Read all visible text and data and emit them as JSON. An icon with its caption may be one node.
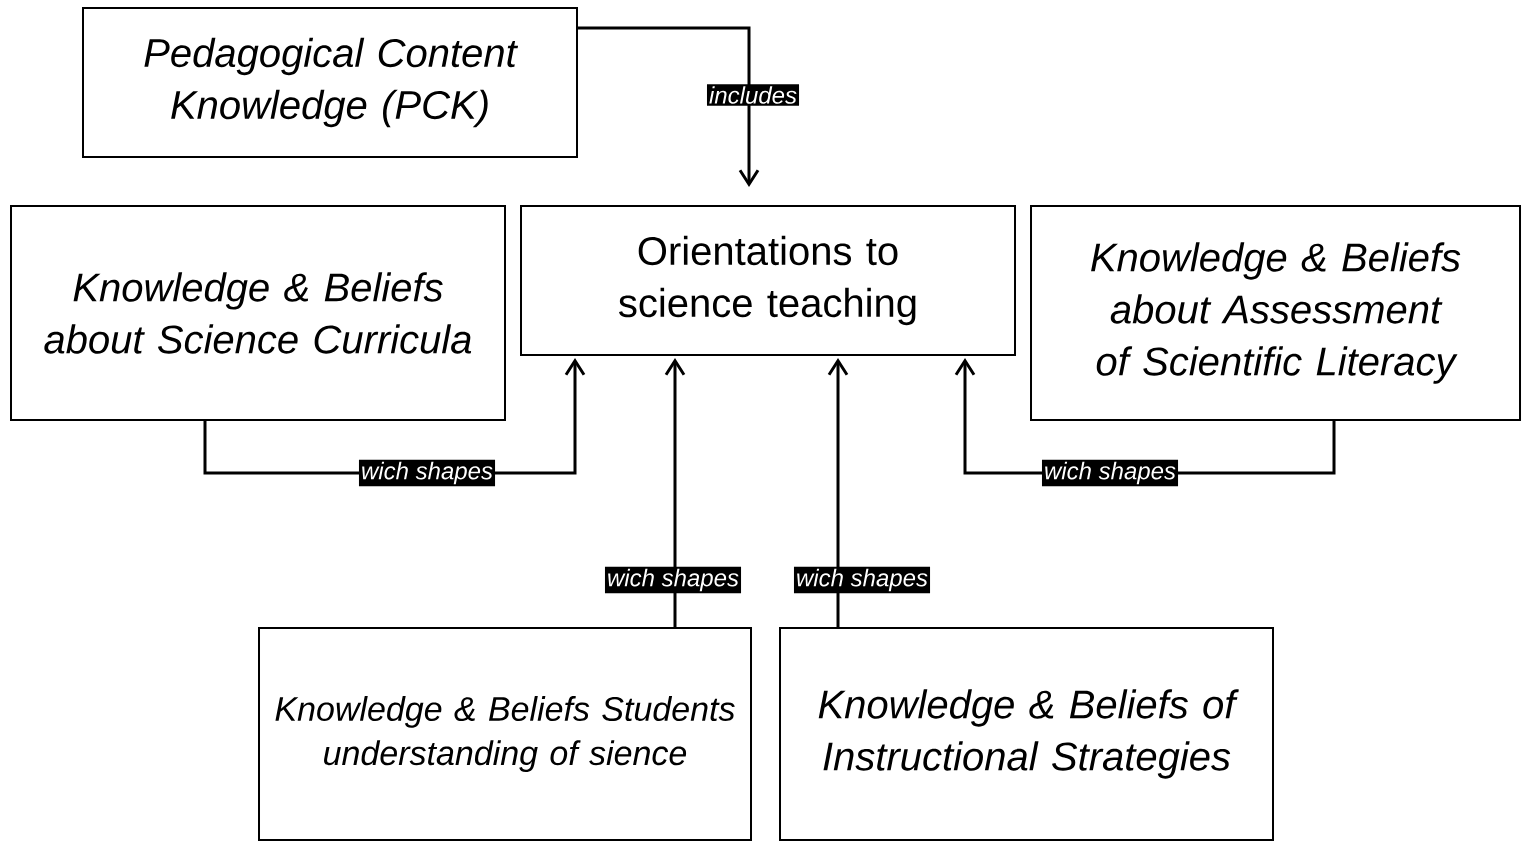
{
  "diagram": {
    "nodes": [
      {
        "text": [
          "Pedagogical Content Knowledge (PCK)"
        ]
      },
      {
        "text": [
          "Orientations to science teaching"
        ]
      },
      {
        "text": [
          "Knowledge & Beliefs about Science Curricula"
        ]
      },
      {
        "text": [
          "Knowledge & Beliefs about Assessment of Scientific Literacy"
        ]
      },
      {
        "text": [
          "Knowledge & Beliefs Students understanding of sience"
        ]
      },
      {
        "text": [
          "Knowledge & Beliefs of Instructional Strategies"
        ]
      }
    ],
    "edges": [
      {
        "from": 0,
        "to": 1,
        "arrow": "to",
        "label": "includes"
      },
      {
        "from": 2,
        "to": 1,
        "arrow": "to",
        "label": "wich shapes"
      },
      {
        "from": 4,
        "to": 1,
        "arrow": "to",
        "label": "wich shapes"
      },
      {
        "from": 5,
        "to": 1,
        "arrow": "to",
        "label": "wich shapes"
      },
      {
        "from": 3,
        "to": 1,
        "arrow": "to",
        "label": "wich shapes"
      }
    ]
  }
}
